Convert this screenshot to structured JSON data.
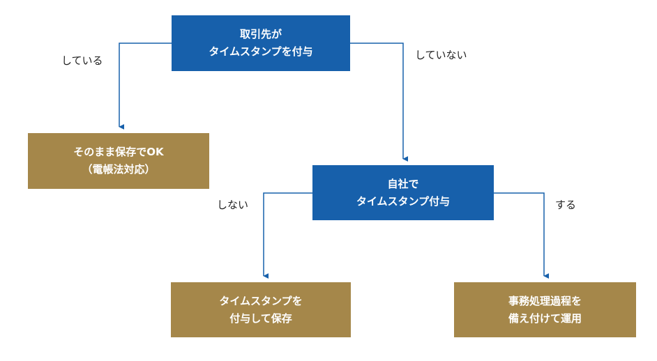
{
  "nodes": {
    "q1": {
      "lines": [
        "取引先が",
        "タイムスタンプを付与"
      ]
    },
    "r1": {
      "lines": [
        "そのまま保存でOK",
        "（電帳法対応）"
      ]
    },
    "q2": {
      "lines": [
        "自社で",
        "タイムスタンプ付与"
      ]
    },
    "r2": {
      "lines": [
        "タイムスタンプを",
        "付与して保存"
      ]
    },
    "r3": {
      "lines": [
        "事務処理過程を",
        "備え付けて運用"
      ]
    }
  },
  "edges": {
    "q1_yes": "している",
    "q1_no": "していない",
    "q2_no": "しない",
    "q2_yes": "する"
  },
  "colors": {
    "decision": "#1760ab",
    "result": "#a5874a",
    "connector": "#1760ab"
  }
}
